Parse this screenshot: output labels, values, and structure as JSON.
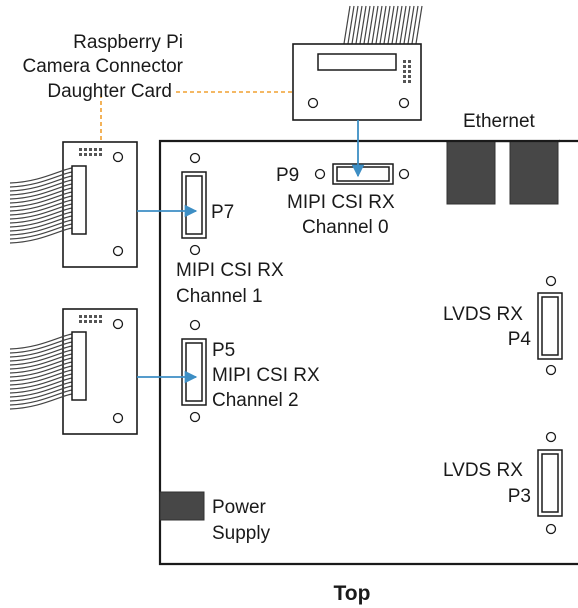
{
  "title": "Top",
  "callout": {
    "line1": "Raspberry Pi",
    "line2": "Camera Connector",
    "line3": "Daughter Card"
  },
  "ethernet": "Ethernet",
  "connectors": {
    "p9": {
      "id": "P9",
      "line1": "MIPI CSI RX",
      "line2": "Channel 0"
    },
    "p7": {
      "id": "P7",
      "line1": "MIPI CSI RX",
      "line2": "Channel 1"
    },
    "p5": {
      "id": "P5",
      "line1": "MIPI CSI RX",
      "line2": "Channel 2"
    },
    "p4": {
      "id": "P4",
      "type": "LVDS RX"
    },
    "p3": {
      "id": "P3",
      "type": "LVDS RX"
    }
  },
  "power": {
    "line1": "Power",
    "line2": "Supply"
  },
  "colors": {
    "arrow": "#3d8ec4",
    "callout_line": "#f0a030",
    "component_fill": "#474747"
  }
}
